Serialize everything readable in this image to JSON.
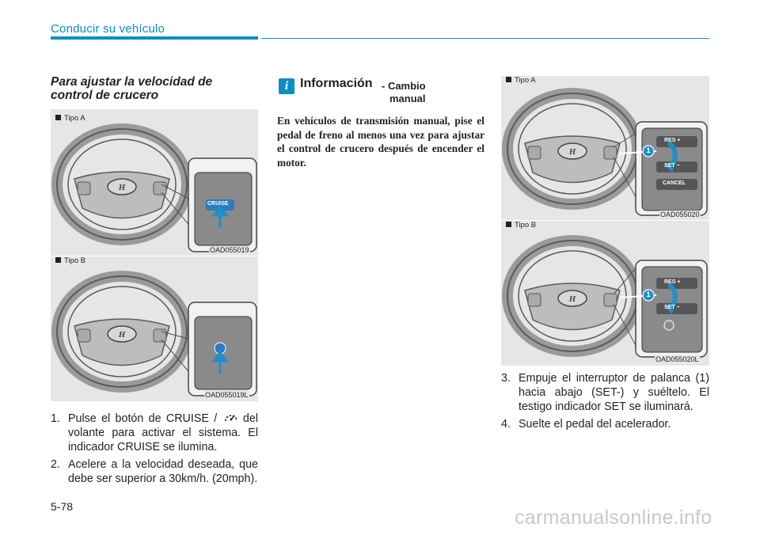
{
  "header": {
    "section": "Conducir su vehículo"
  },
  "page_number": "5-78",
  "section_title": "Para ajustar la velocidad de control de crucero",
  "figures": {
    "left_a": {
      "label": "Tipo A",
      "code": "OAD055019",
      "button_text": "CRUISE"
    },
    "left_b": {
      "label": "Tipo B",
      "code": "OAD055019L"
    },
    "right_a": {
      "label": "Tipo A",
      "code": "OAD055020",
      "buttons": [
        "RES +",
        "SET −",
        "CANCEL"
      ],
      "callout": "1"
    },
    "right_b": {
      "label": "Tipo B",
      "code": "OAD055020L",
      "buttons": [
        "RES +",
        "SET −"
      ],
      "callout": "1"
    }
  },
  "steps_left": [
    {
      "num": "1.",
      "text_before_icon": "Pulse el botón de CRUISE / ",
      "text_after_icon": " del volante para activar el sistema. El indicador CRUISE se ilumina."
    },
    {
      "num": "2.",
      "text": "Acelere a la velocidad deseada, que debe ser superior a 30km/h. (20mph)."
    }
  ],
  "info": {
    "icon": "i",
    "title": "Información",
    "subtitle_line1": "- Cambio",
    "subtitle_line2": "manual",
    "body": "En vehículos de transmisión manual, pise el pedal de freno al menos una vez para ajustar el control de crucero después de encender el motor."
  },
  "steps_right": [
    {
      "num": "3.",
      "text": "Empuje el interruptor de palanca (1) hacia abajo (SET-) y suéltelo. El testigo indicador SET se iluminará."
    },
    {
      "num": "4.",
      "text": "Suelte el pedal del acelerador."
    }
  ],
  "watermark": "carmanualsonline.info",
  "colors": {
    "accent": "#0a8fc4",
    "figure_bg": "#e6e6e6",
    "arrow": "#1e8fc8"
  }
}
